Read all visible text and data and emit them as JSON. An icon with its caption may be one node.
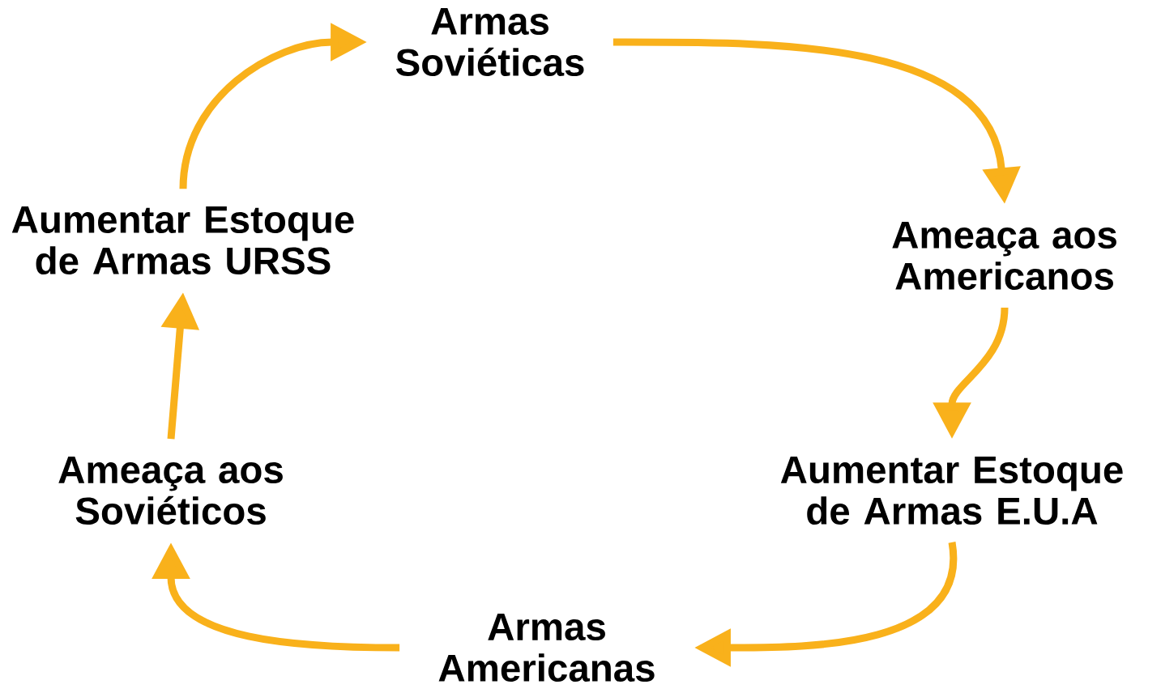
{
  "diagram": {
    "nodes": [
      {
        "text": [
          "Armas Soviéticas"
        ]
      },
      {
        "text": [
          "Ameaça aos Americanos"
        ]
      },
      {
        "text": [
          "Aumentar Estoque de Armas E.U.A"
        ]
      },
      {
        "text": [
          "Armas Americanas"
        ]
      },
      {
        "text": [
          "Ameaça aos Soviéticos"
        ]
      },
      {
        "text": [
          "Aumentar Estoque de Armas URSS"
        ]
      }
    ],
    "edges": [
      {
        "from": 0,
        "to": 1,
        "arrow": "to"
      },
      {
        "from": 1,
        "to": 2,
        "arrow": "to"
      },
      {
        "from": 2,
        "to": 3,
        "arrow": "to"
      },
      {
        "from": 3,
        "to": 4,
        "arrow": "to"
      },
      {
        "from": 4,
        "to": 5,
        "arrow": "to"
      },
      {
        "from": 5,
        "to": 0,
        "arrow": "to"
      }
    ]
  }
}
